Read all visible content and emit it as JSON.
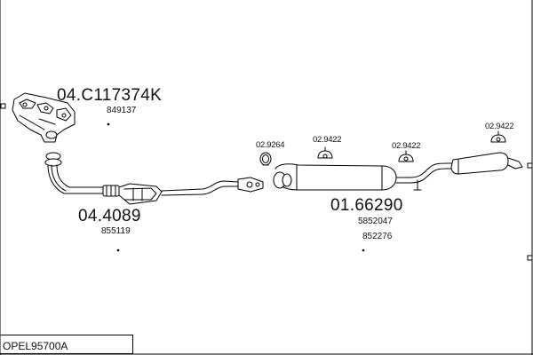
{
  "diagram": {
    "model_code": "OPEL95700A",
    "manifold": {
      "part_number": "04.C117374K",
      "oe_number": "849137"
    },
    "front_pipe": {
      "part_number": "04.4089",
      "oe_number": "855119"
    },
    "middle_silencer": {
      "part_number": "01.66290",
      "oe_numbers": [
        "5852047",
        "852276"
      ]
    },
    "fittings": [
      {
        "part_number": "02.9264",
        "icon": "clamp-ring-icon"
      },
      {
        "part_number": "02.9422",
        "icon": "rubber-hanger-icon"
      },
      {
        "part_number": "02.9422",
        "icon": "rubber-hanger-icon"
      },
      {
        "part_number": "02.9422",
        "icon": "rubber-hanger-icon"
      }
    ]
  },
  "colors": {
    "line": "#000000",
    "background": "#ffffff"
  }
}
